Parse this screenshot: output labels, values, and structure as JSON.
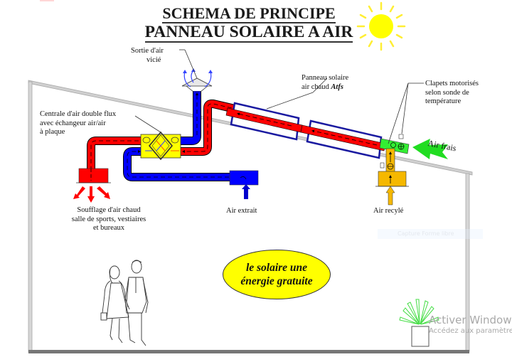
{
  "title": {
    "line1": "SCHEMA DE PRINCIPE",
    "line2": "PANNEAU SOLAIRE A AIR"
  },
  "labels": {
    "sortie_air": [
      "Sortie d'air",
      "vicié"
    ],
    "centrale": [
      "Centrale d'air double flux",
      "avec échangeur air/air",
      "à plaque"
    ],
    "panneau": [
      "Panneau solaire",
      "air chaud "
    ],
    "panneau_brand": "Atfs",
    "clapets": [
      "Clapets motorisés",
      "selon sonde de",
      "température"
    ],
    "air_frais": "Air frais",
    "soufflage": [
      "Soufflage d'air chaud",
      "salle de sports, vestiaires",
      "et bureaux"
    ],
    "air_extrait": "Air extrait",
    "air_recycle": "Air recylé"
  },
  "slogan": [
    "le solaire une",
    "énergie gratuite"
  ],
  "watermark": {
    "line1": "Activer Windows",
    "line2": "Accédez aux paramètres"
  },
  "overlay": {
    "capture_label": "Capture Forme libre"
  },
  "colors": {
    "hot_air": "#ff0000",
    "extract_air": "#0000ff",
    "fresh_air": "#22dd22",
    "recycled_air": "#f5b800",
    "exchanger": "#ffff00",
    "sun": "#ffff00",
    "panel_frame": "#1a1aa0",
    "building": "#c8c8c8"
  },
  "icons": {
    "sun": "sun-icon",
    "exhaust_cap": "roof-vent-icon",
    "people": "walking-couple-icon",
    "plant": "potted-plant-icon"
  }
}
